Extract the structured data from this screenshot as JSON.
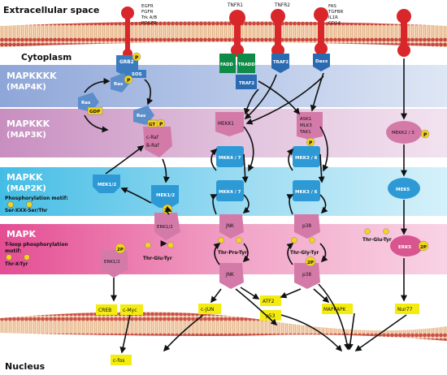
{
  "regions": {
    "extracellular": "Extracellular space",
    "cytoplasm": "Cytoplasm",
    "nucleus": "Nucleus"
  },
  "tiers": {
    "map4k": [
      "MAPKKKK",
      "(MAP4K)"
    ],
    "map3k": [
      "MAPKKK",
      "(MAP3K)"
    ],
    "map2k": [
      "MAPKK",
      "(MAP2K)"
    ],
    "map2k_motif": [
      "Phosphorylation motif:",
      "Ser-XXX-Ser/Thr"
    ],
    "mapk": "MAPK",
    "mapk_motif": [
      "T-loop phosphorylation",
      "motif:",
      "Thr-X-Tyr"
    ]
  },
  "receptors": {
    "rtk_labels": [
      "EGFR",
      "FGFR",
      "Trk A/B",
      "PDGFR"
    ],
    "tnfr1": "TNFR1",
    "tnfr2": "TNFR2",
    "fas_labels": [
      "FAS",
      "TGFBR",
      "IL1R",
      "CD14"
    ]
  },
  "adaptors": {
    "grb2": "GRB2",
    "sos": "SOS",
    "fadd": "FADD",
    "tradd": "TRADD",
    "traf2_a": "TRAF2",
    "traf2_b": "TRAF2",
    "daxx": "Daxx"
  },
  "ras_cycle": {
    "ras_top": "Ras",
    "ras_left": "Ras",
    "gdp": "GDP",
    "ras_gtp": "Ras",
    "gtp": "GT",
    "raf": [
      "c-Raf",
      "B-Raf"
    ]
  },
  "kinases": {
    "mekk1": "MEKK1",
    "ask1": [
      "ASK1",
      "MLK3",
      "TAK1"
    ],
    "mekk23": "MEKK2 / 3",
    "mkk47_a": "MKK4 / 7",
    "mkk36_a": "MKK3 / 6",
    "mkk47_b": "MKK4 / 7",
    "mkk36_b": "MKK3 / 6",
    "mek12_left": "MEK1/2",
    "mek12_right": "MEK1/2",
    "mek5": "MEK5",
    "erk12_top": "ERK1/2",
    "erk12_bottom": "ERK1/2",
    "jnk_top": "JNK",
    "jnk_bottom": "JNK",
    "p38_top": "p38",
    "p38_bottom": "p38",
    "erk5": "ERK5"
  },
  "motifs": {
    "erk": "Thr-Glu-Tyr",
    "jnk": "Thr-Pro-Tyr",
    "p38": "Thr-Gly-Tyr",
    "erk5": "Thr-Glu-Tyr"
  },
  "phospho": "P",
  "phospho2": "2P",
  "targets": [
    "CREB",
    "c-Myc",
    "c-JUN",
    "ATF2",
    "p53",
    "MAPKAPK",
    "Nur77",
    "c-fos"
  ],
  "colors": {
    "map4k_band": "#9bb2de",
    "map3k_band": "#cf9fc9",
    "map2k_band": "#59c6e8",
    "mapk_band": "#e8599a",
    "membrane": "#c8483f",
    "receptor": "#d9262b",
    "kinase_blue": "#2d9ad6",
    "kinase_pink": "#d47aa8",
    "phospho": "#f3d31c",
    "target": "#f4ec10"
  }
}
